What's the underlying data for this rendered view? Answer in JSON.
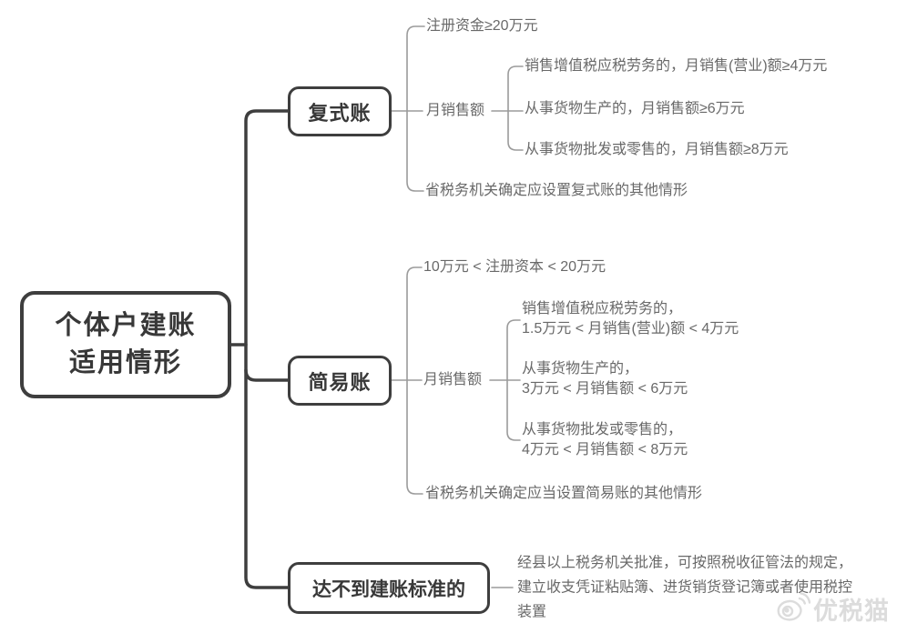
{
  "title": "个体户建账适用情形",
  "colors": {
    "node_border": "#3e3e3e",
    "node_text": "#383838",
    "leaf_text": "#696969",
    "connector_gray": "#9b9b9b",
    "trunk_dark": "#3e3e3e",
    "watermark": "#dcdcdc",
    "background": "#ffffff"
  },
  "root": {
    "label": "个体户建账\n适用情形"
  },
  "branches": [
    {
      "label": "复式账",
      "children": [
        {
          "label": "注册资金≥20万元"
        },
        {
          "label": "月销售额",
          "children": [
            {
              "label": "销售增值税应税劳务的，月销售(营业)额≥4万元"
            },
            {
              "label": "从事货物生产的，月销售额≥6万元"
            },
            {
              "label": "从事货物批发或零售的，月销售额≥8万元"
            }
          ]
        },
        {
          "label": "省税务机关确定应设置复式账的其他情形"
        }
      ]
    },
    {
      "label": "简易账",
      "children": [
        {
          "label": "10万元 < 注册资本 < 20万元"
        },
        {
          "label": "月销售额",
          "children": [
            {
              "label": "销售增值税应税劳务的，\n1.5万元 < 月销售(营业)额 < 4万元"
            },
            {
              "label": "从事货物生产的，\n3万元 < 月销售额 < 6万元"
            },
            {
              "label": "从事货物批发或零售的，\n4万元 < 月销售额 < 8万元"
            }
          ]
        },
        {
          "label": "省税务机关确定应当设置简易账的其他情形"
        }
      ]
    },
    {
      "label": "达不到建账标准的",
      "children": [
        {
          "label": "经县以上税务机关批准，可按照税收征管法的规定，\n建立收支凭证粘贴簿、进货销货登记簿或者使用税控\n装置"
        }
      ]
    }
  ],
  "watermark": {
    "label": "优税猫"
  }
}
